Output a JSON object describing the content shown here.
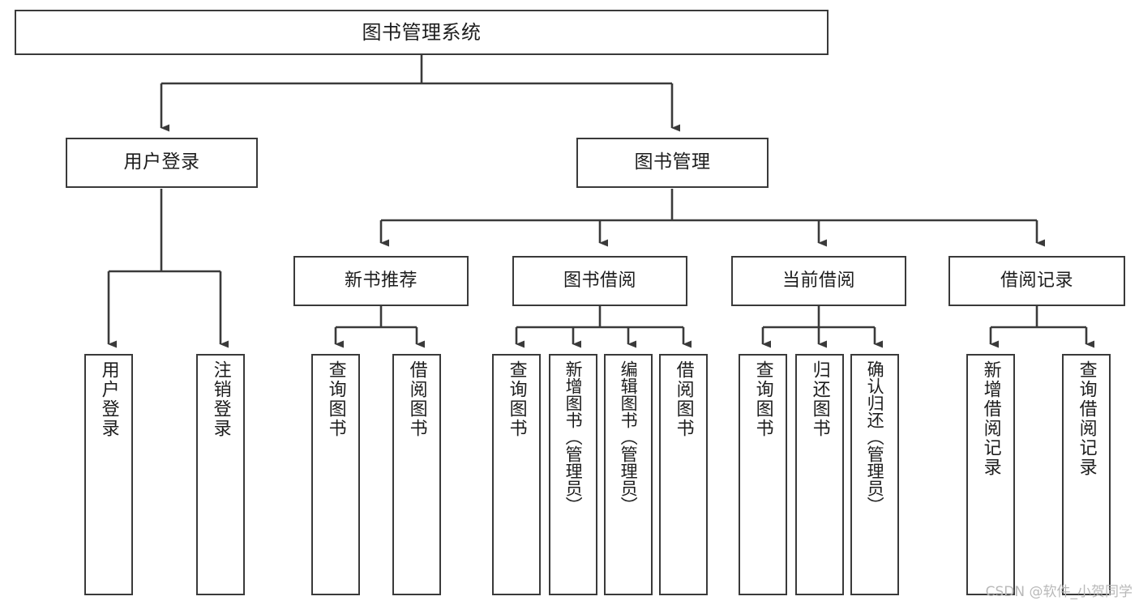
{
  "diagram": {
    "title": "图书管理系统",
    "type": "hierarchy-tree",
    "root": {
      "label": "图书管理系统"
    },
    "level2": [
      {
        "label": "用户登录"
      },
      {
        "label": "图书管理"
      }
    ],
    "level3": [
      {
        "label": "新书推荐"
      },
      {
        "label": "图书借阅"
      },
      {
        "label": "当前借阅"
      },
      {
        "label": "借阅记录"
      }
    ],
    "leaves": {
      "user_login": [
        {
          "label": "用户登录"
        },
        {
          "label": "注销登录"
        }
      ],
      "new_book_recommend": [
        {
          "label": "查询图书"
        },
        {
          "label": "借阅图书"
        }
      ],
      "book_borrow": [
        {
          "label": "查询图书"
        },
        {
          "label": "新增图书（管理员）"
        },
        {
          "label": "编辑图书（管理员）"
        },
        {
          "label": "借阅图书"
        }
      ],
      "current_borrow": [
        {
          "label": "查询图书"
        },
        {
          "label": "归还图书"
        },
        {
          "label": "确认归还（管理员）"
        }
      ],
      "borrow_record": [
        {
          "label": "新增借阅记录"
        },
        {
          "label": "查询借阅记录"
        }
      ]
    }
  },
  "watermark": {
    "text": "CSDN @软件_小贺同学"
  },
  "colors": {
    "line": "#3a3a3a",
    "box_border": "#3a3a3a",
    "background": "#ffffff",
    "text": "#1d1d1d",
    "watermark": "#b9b9b9"
  }
}
